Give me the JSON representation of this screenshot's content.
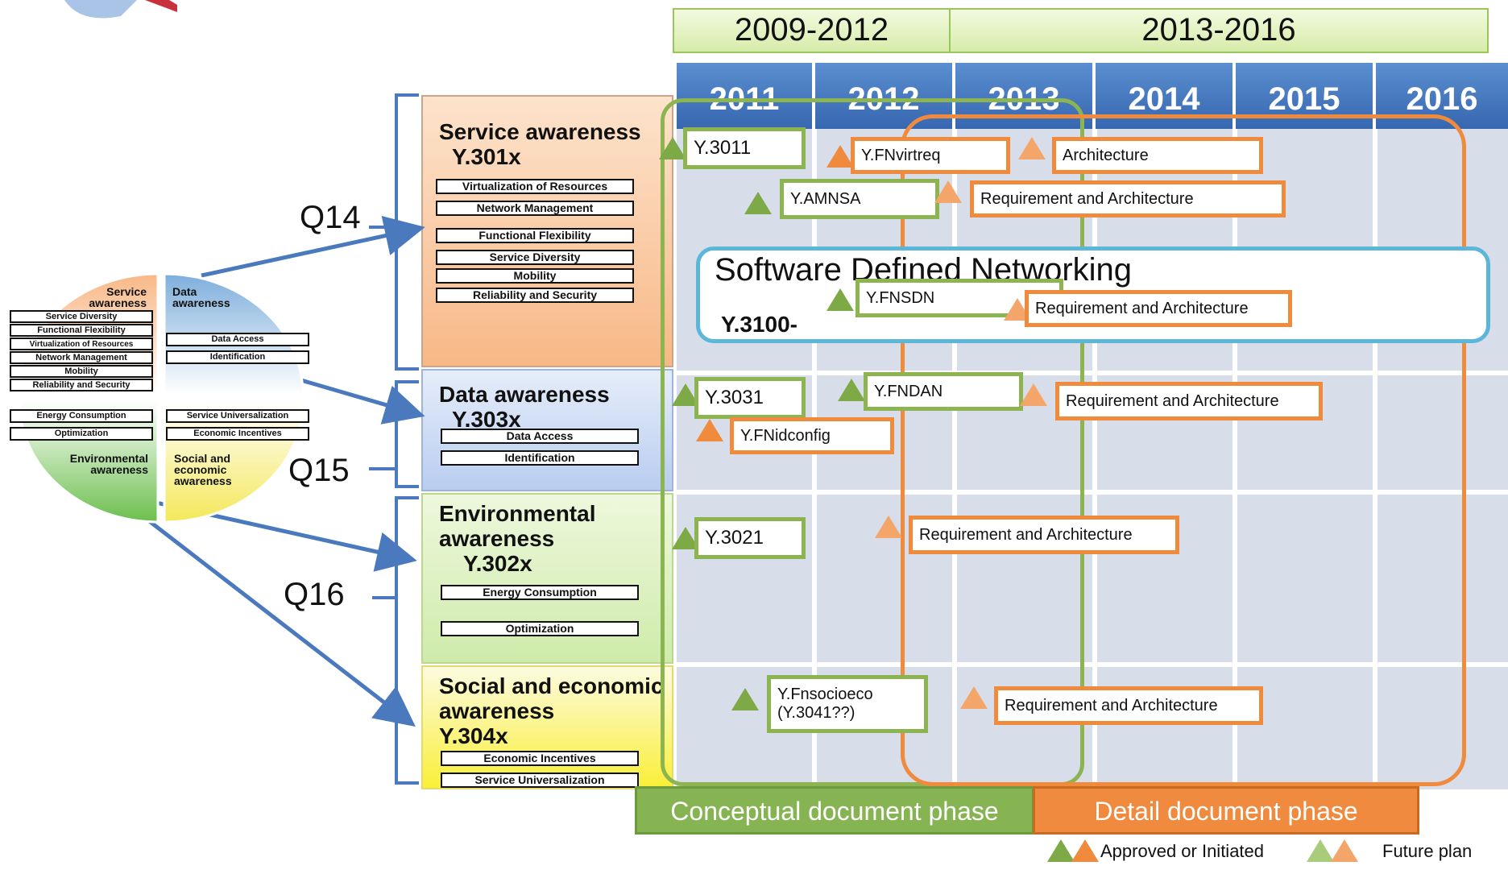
{
  "periods": [
    "2009-2012",
    "2013-2016"
  ],
  "years": [
    "2011",
    "2012",
    "2013",
    "2014",
    "2015",
    "2016"
  ],
  "questions": [
    "Q14",
    "Q15",
    "Q16"
  ],
  "pie": {
    "sectors": {
      "service": "Service awareness",
      "data": "Data awareness",
      "environmental": "Environmental awareness",
      "social": "Social and economic awareness"
    },
    "left_tags": [
      "Service Diversity",
      "Functional Flexibility",
      "Virtualization of Resources",
      "Network Management",
      "Mobility",
      "Reliability and Security"
    ],
    "right_tags": [
      "Data Access",
      "Identification"
    ],
    "env_tags": [
      "Energy Consumption",
      "Optimization"
    ],
    "soc_tags": [
      "Service Universalization",
      "Economic Incentives"
    ]
  },
  "categories": [
    {
      "title": "Service awareness",
      "code": "Y.301x",
      "items": [
        "Virtualization of Resources",
        "Network Management",
        "Functional Flexibility",
        "Service Diversity",
        "Mobility",
        "Reliability and Security"
      ]
    },
    {
      "title": "Data awareness",
      "code": "Y.303x",
      "items": [
        "Data Access",
        "Identification"
      ]
    },
    {
      "title": "Environmental awareness",
      "code": "Y.302x",
      "items": [
        "Energy Consumption",
        "Optimization"
      ]
    },
    {
      "title": "Social and economic awareness",
      "code": "Y.304x",
      "items": [
        "Economic Incentives",
        "Service Universalization"
      ]
    }
  ],
  "documents": {
    "y3011": "Y.3011",
    "fnvirtreq": "Y.FNvirtreq",
    "arch1": "Architecture",
    "amnsa": "Y.AMNSA",
    "req_arch_amnsa": "Requirement and Architecture",
    "sdn_title": "Software Defined Networking",
    "sdn_code": "Y.3100-",
    "fnsdn": "Y.FNSDN",
    "req_arch_sdn": "Requirement and Architecture",
    "y3031": "Y.3031",
    "fndan": "Y.FNDAN",
    "req_arch_dan": "Requirement and Architecture",
    "fnidconfig": "Y.FNidconfig",
    "y3021": "Y.3021",
    "req_arch_env": "Requirement and Architecture",
    "fnsocioeco_1": "Y.Fnsocioeco",
    "fnsocioeco_2": "(Y.3041??)",
    "req_arch_soc": "Requirement and Architecture"
  },
  "phases": {
    "conceptual": "Conceptual document phase",
    "detail": "Detail document phase"
  },
  "legend": {
    "approved": "Approved or Initiated",
    "future": "Future plan"
  },
  "colors": {
    "green": "#8cb552",
    "orange": "#f08a3c",
    "year_blue": "#3f72bb",
    "sdn_border": "#5bb6d8"
  }
}
